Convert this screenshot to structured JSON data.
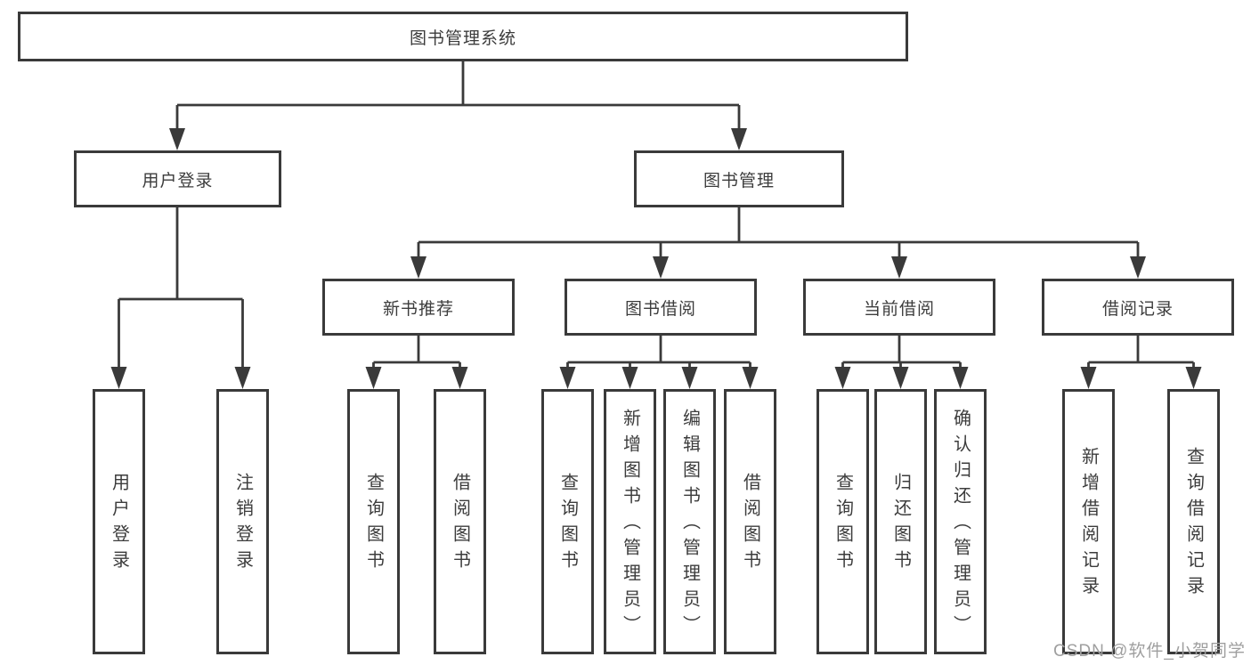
{
  "colors": {
    "line": "#3a3a3a",
    "box_border": "#3a3a3a",
    "text": "#3c3c3c",
    "watermark": "#9f9f9f"
  },
  "watermark": "CSDN @软件_小贺同学",
  "nodes": {
    "root": "图书管理系统",
    "user_login": "用户登录",
    "book_mgmt": "图书管理",
    "new_book_rec": "新书推荐",
    "book_borrow": "图书借阅",
    "current_borrow": "当前借阅",
    "borrow_records": "借阅记录",
    "leaf_user_login": "用户登录",
    "leaf_logout": "注销登录",
    "rec_query_books": "查询图书",
    "rec_borrow_books": "借阅图书",
    "bb_query_books": "查询图书",
    "bb_add_books": "新增图书（管理员）",
    "bb_edit_books": "编辑图书（管理员）",
    "bb_borrow_books": "借阅图书",
    "cb_query_books": "查询图书",
    "cb_return_books": "归还图书",
    "cb_confirm_return": "确认归还（管理员）",
    "br_add_record": "新增借阅记录",
    "br_query_record": "查询借阅记录"
  }
}
